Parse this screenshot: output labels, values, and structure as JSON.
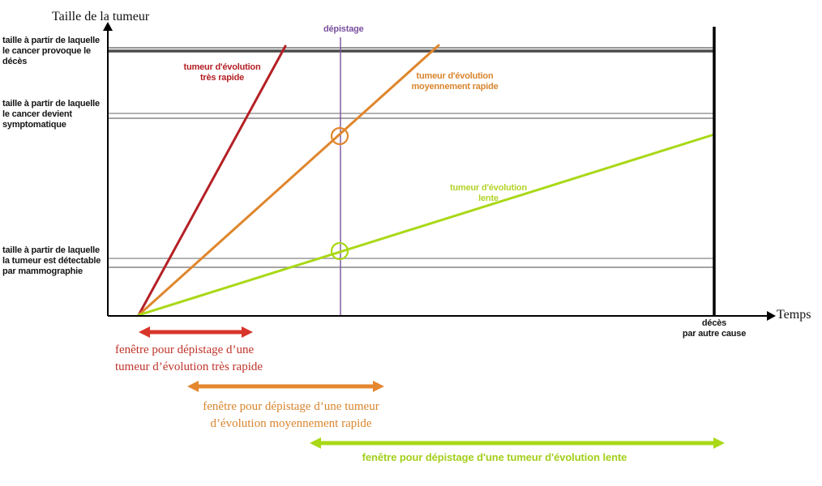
{
  "chart_data": {
    "type": "line",
    "title": "",
    "xlabel": "Temps",
    "ylabel": "Taille de la tumeur",
    "axis_color": "#000000",
    "plot": {
      "origin": [
        133,
        390
      ],
      "x_axis_end": [
        946,
        390
      ],
      "y_axis_end": [
        133,
        38
      ]
    },
    "series": [
      {
        "name": "tumeur d'évolution très rapide",
        "color": "#b42025",
        "from": [
          171,
          389
        ],
        "to": [
          352,
          57
        ],
        "label_lines": [
          "tumeur d'évolution",
          "très rapide"
        ]
      },
      {
        "name": "tumeur d'évolution moyennement rapide",
        "color": "#df862c",
        "from": [
          171,
          389
        ],
        "to": [
          541,
          56
        ],
        "label_lines": [
          "tumeur d'évolution",
          "moyennement rapide"
        ]
      },
      {
        "name": "tumeur d'évolution lente",
        "color": "#a9d816",
        "from": [
          171,
          389
        ],
        "to": [
          881,
          166
        ],
        "label_lines": [
          "tumeur d'évolution",
          "lente"
        ]
      }
    ],
    "thresholds": [
      {
        "name": "seuil-deces",
        "label_lines": [
          "taille à partir de laquelle",
          "le cancer provoque le",
          "décès"
        ],
        "x1": 133,
        "x2": 882,
        "lines": [
          {
            "y": 59,
            "width": 2,
            "color": "#979797"
          },
          {
            "y": 63,
            "width": 3.5,
            "color": "#4a4a4a"
          }
        ]
      },
      {
        "name": "seuil-symptomatique",
        "label_lines": [
          "taille à partir de laquelle",
          "le cancer devient",
          "symptomatique"
        ],
        "x1": 133,
        "x2": 882,
        "lines": [
          {
            "y": 140,
            "width": 1.5,
            "color": "#9a9a9a"
          },
          {
            "y": 146,
            "width": 1.5,
            "color": "#868686"
          }
        ]
      },
      {
        "name": "seuil-detectable",
        "label_lines": [
          "taille à partir de laquelle",
          "la tumeur est détectable",
          "par mammographie"
        ],
        "x1": 133,
        "x2": 882,
        "lines": [
          {
            "y": 319,
            "width": 1.5,
            "color": "#9a9a9a"
          },
          {
            "y": 330,
            "width": 1.5,
            "color": "#868686"
          }
        ]
      }
    ],
    "screening": {
      "label": "dépistage",
      "color": "#7a519e",
      "x": 420,
      "y1": 46,
      "y2": 390,
      "intersections": [
        {
          "x": 419,
          "y": 168,
          "r": 10,
          "color": "#df862c"
        },
        {
          "x": 419,
          "y": 310,
          "r": 10,
          "color": "#a9d816"
        }
      ]
    },
    "death_by_other_cause": {
      "label_lines": [
        "décès",
        "par autre cause"
      ],
      "x": 881,
      "y1": 33,
      "y2": 391,
      "width": 3.5,
      "color": "#000000"
    },
    "windows": [
      {
        "label_lines": [
          "fenêtre pour dépistage d’une",
          "tumeur d’évolution très rapide"
        ],
        "x1": 171,
        "x2": 312,
        "y": 410,
        "color": "#d8352b",
        "text_color": "#c0342b"
      },
      {
        "label_lines": [
          "fenêtre pour dépistage d’une tumeur",
          "d’évolution moyennement rapide"
        ],
        "x1": 231,
        "x2": 474,
        "y": 477,
        "color": "#e5872f",
        "text_color": "#d9852e"
      },
      {
        "label_lines": [
          "fenêtre pour dépistage d'une tumeur d'évolution lente"
        ],
        "x1": 382,
        "x2": 894,
        "y": 547,
        "color": "#a9d816",
        "text_color": "#a3cf1c"
      }
    ]
  }
}
